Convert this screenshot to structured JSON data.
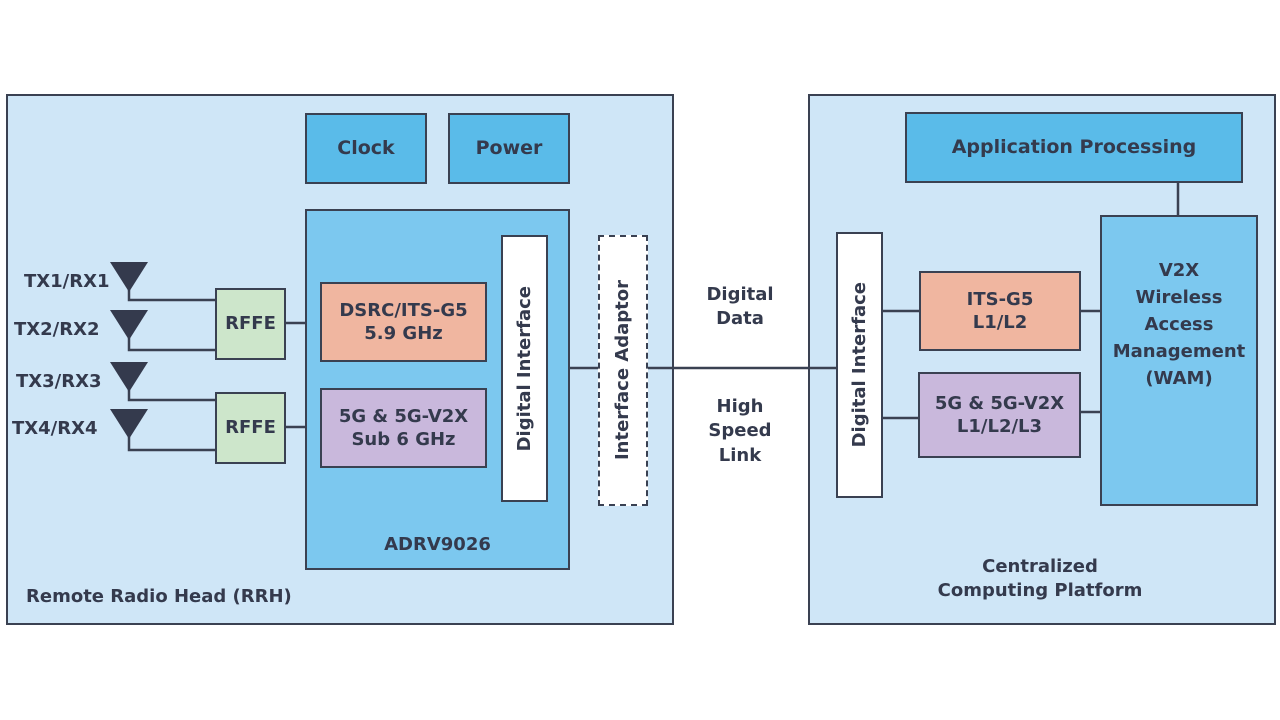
{
  "rrh": {
    "title": "Remote Radio Head (RRH)",
    "clock": "Clock",
    "power": "Power",
    "chip": "ADRV9026",
    "dsrc_line1": "DSRC/ITS-G5",
    "dsrc_line2": "5.9 GHz",
    "sub6_line1": "5G & 5G-V2X",
    "sub6_line2": "Sub 6 GHz",
    "digital_interface": "Digital Interface",
    "interface_adaptor": "Interface Adaptor",
    "rffe1": "RFFE",
    "rffe2": "RFFE",
    "antennas": [
      "TX1/RX1",
      "TX2/RX2",
      "TX3/RX3",
      "TX4/RX4"
    ]
  },
  "link": {
    "top_line1": "Digital",
    "top_line2": "Data",
    "bottom_line1": "High",
    "bottom_line2": "Speed",
    "bottom_line3": "Link"
  },
  "ccp": {
    "title_line1": "Centralized",
    "title_line2": "Computing Platform",
    "app_processing": "Application Processing",
    "digital_interface": "Digital Interface",
    "its_line1": "ITS-G5",
    "its_line2": "L1/L2",
    "v2x_line1": "5G & 5G-V2X",
    "v2x_line2": "L1/L2/L3",
    "wam_line1": "V2X",
    "wam_line2": "Wireless",
    "wam_line3": "Access",
    "wam_line4": "Management",
    "wam_line5": "(WAM)"
  }
}
